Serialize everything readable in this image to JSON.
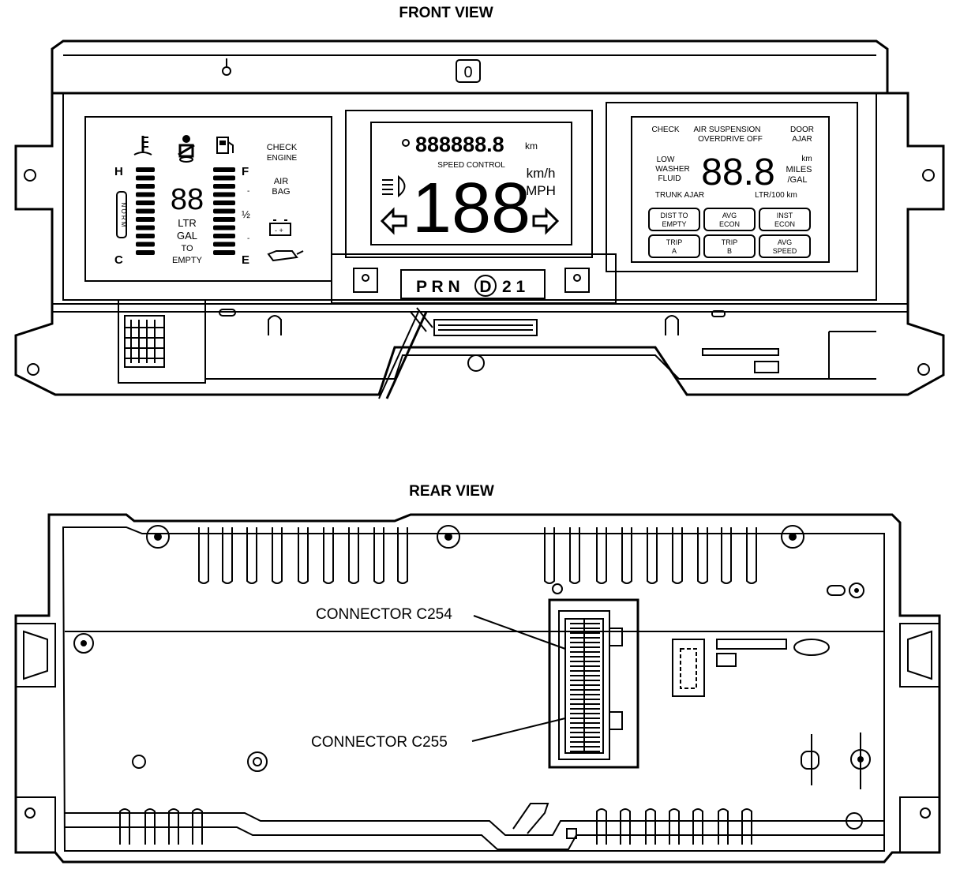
{
  "front": {
    "title": "FRONT VIEW",
    "left_panel": {
      "temp_h": "H",
      "temp_c": "C",
      "temp_norm": "N O R M",
      "digits": "88",
      "ltr": "LTR",
      "gal": "GAL",
      "to": "TO",
      "empty": "EMPTY",
      "fuel_f": "F",
      "fuel_half": "½",
      "fuel_e": "E",
      "check": "CHECK",
      "engine": "ENGINE",
      "air": "AIR",
      "bag": "BAG"
    },
    "center_panel": {
      "odometer": "888888.8",
      "odo_unit": "km",
      "speed_control": "SPEED CONTROL",
      "speed": "188",
      "kmh": "km/h",
      "mph": "MPH"
    },
    "right_panel": {
      "check": "CHECK",
      "air_susp": "AIR SUSPENSION",
      "overdrive": "OVERDRIVE OFF",
      "door": "DOOR",
      "ajar": "AJAR",
      "low": "LOW",
      "washer": "WASHER",
      "fluid": "FLUID",
      "digits": "88.8",
      "km": "km",
      "miles": "MILES",
      "gal": "/GAL",
      "trunk": "TRUNK AJAR",
      "ltr100": "LTR/100 km",
      "buttons": [
        {
          "l1": "DIST TO",
          "l2": "EMPTY"
        },
        {
          "l1": "AVG",
          "l2": "ECON"
        },
        {
          "l1": "INST",
          "l2": "ECON"
        },
        {
          "l1": "TRIP",
          "l2": "A"
        },
        {
          "l1": "TRIP",
          "l2": "B"
        },
        {
          "l1": "AVG",
          "l2": "SPEED"
        }
      ]
    },
    "prnd": "P R N",
    "gear_d": "D",
    "gear_21": "2 1"
  },
  "rear": {
    "title": "REAR VIEW",
    "connector_c254": "CONNECTOR C254",
    "connector_c255": "CONNECTOR C255"
  }
}
